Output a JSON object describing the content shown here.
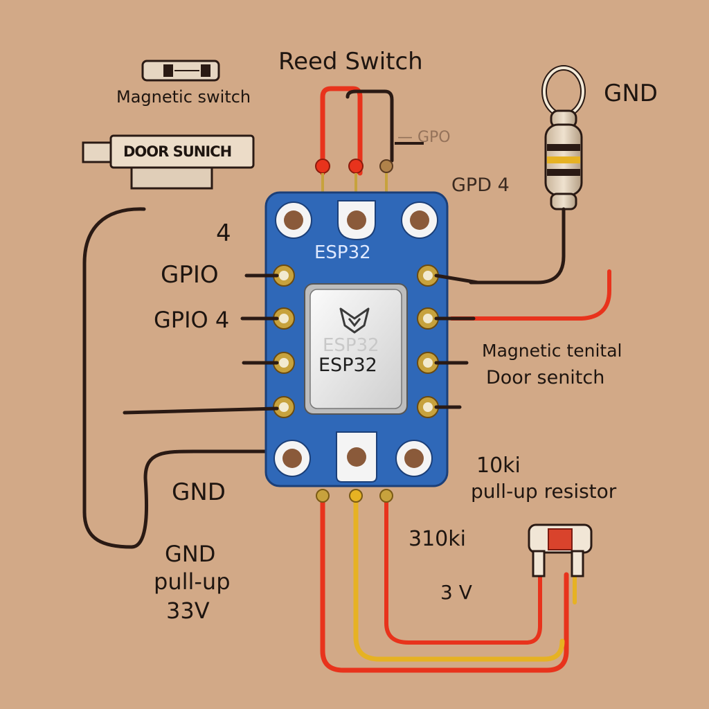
{
  "labels": {
    "reed_switch": "Reed Switch",
    "magnetic_switch": "Magnetic switch",
    "door_switch": "DOOR SUNICH",
    "gnd_top_right": "GND",
    "gpo": "— GPO",
    "gpd4": "GPD 4",
    "num4": "4",
    "gpio_left1": "GPIO",
    "gpio_left2": "GPIO 4",
    "board_label": "ESP32",
    "chip_label_faded": "ESP32",
    "chip_label": "ESP32",
    "magnetic_terminal_line1": "Magnetic tenital",
    "magnetic_terminal_line2": "Door senitch",
    "r10k_line1": "10ki",
    "r10k_line2": "pull-up resistor",
    "gnd_left": "GND",
    "r310k": "310ki",
    "v3": "3 V",
    "gnd_bottom": "GND",
    "pullup_bottom": "pull-up",
    "v33": "33V"
  },
  "colors": {
    "background": "#d2a987",
    "board": "#2f68b8",
    "wire_red": "#e8331c",
    "wire_yellow": "#e6b223",
    "wire_dark": "#2a1a14",
    "pin_gold": "#c7a23d"
  },
  "icons": {
    "logo": "esp-logo-icon"
  }
}
